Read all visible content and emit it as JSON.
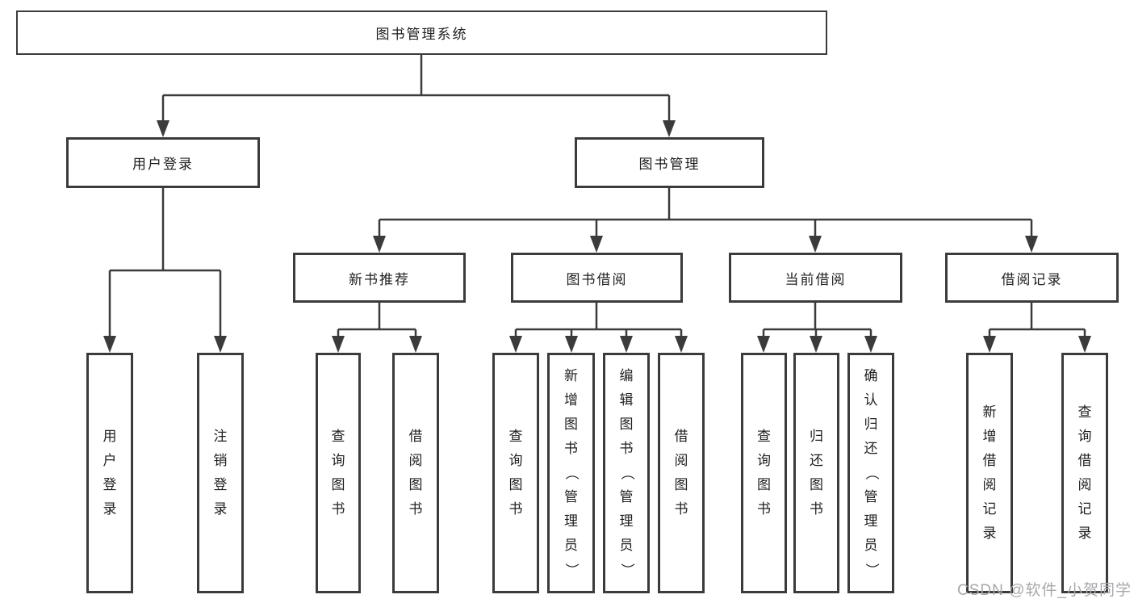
{
  "diagram": {
    "root": {
      "label": "图书管理系统"
    },
    "branches": [
      {
        "label": "用户登录",
        "children": [
          {
            "label": "用户登录"
          },
          {
            "label": "注销登录"
          }
        ]
      },
      {
        "label": "图书管理",
        "sections": [
          {
            "label": "新书推荐",
            "children": [
              {
                "label": "查询图书"
              },
              {
                "label": "借阅图书"
              }
            ]
          },
          {
            "label": "图书借阅",
            "children": [
              {
                "label": "查询图书"
              },
              {
                "label": "新增图书（管理员）"
              },
              {
                "label": "编辑图书（管理员）"
              },
              {
                "label": "借阅图书"
              }
            ]
          },
          {
            "label": "当前借阅",
            "children": [
              {
                "label": "查询图书"
              },
              {
                "label": "归还图书"
              },
              {
                "label": "确认归还（管理员）"
              }
            ]
          },
          {
            "label": "借阅记录",
            "children": [
              {
                "label": "新增借阅记录"
              },
              {
                "label": "查询借阅记录"
              }
            ]
          }
        ]
      }
    ]
  },
  "watermark": {
    "text": "CSDN @软件_小贺同学"
  },
  "colors": {
    "line": "#3b3b3b",
    "box_border": "#3b3b3b",
    "box_fill": "#ffffff",
    "text": "#1f1f1f",
    "watermark": "#a7a8ab",
    "background": "#ffffff"
  }
}
